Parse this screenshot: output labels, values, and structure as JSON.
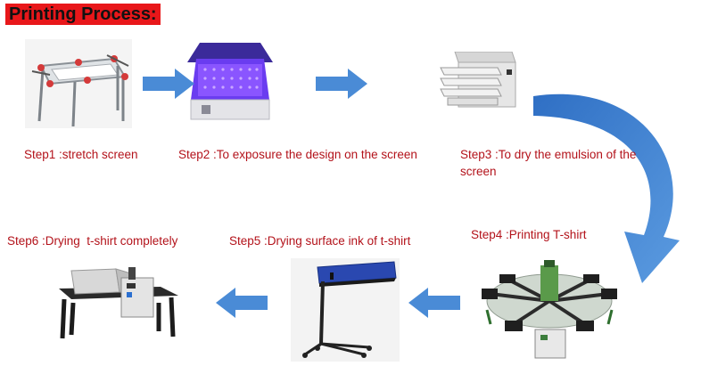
{
  "title": "Printing Process:",
  "steps": [
    {
      "label": "Step1 :stretch screen",
      "machine": "screen-stretcher"
    },
    {
      "label": "Step2 :To exposure the design on the screen",
      "machine": "exposure-unit"
    },
    {
      "label": "Step3 :To dry the emulsion of the screen",
      "machine": "drying-cabinet"
    },
    {
      "label": "Step4 :Printing T-shirt",
      "machine": "carousel-printer"
    },
    {
      "label": "Step5 :Drying surface ink of t-shirt",
      "machine": "flash-dryer"
    },
    {
      "label": "Step6 :Drying  t-shirt completely",
      "machine": "tunnel-dryer"
    }
  ],
  "colors": {
    "title_bg": "#e8171a",
    "label_text": "#b3121a",
    "arrow": "#4a8bd6"
  }
}
